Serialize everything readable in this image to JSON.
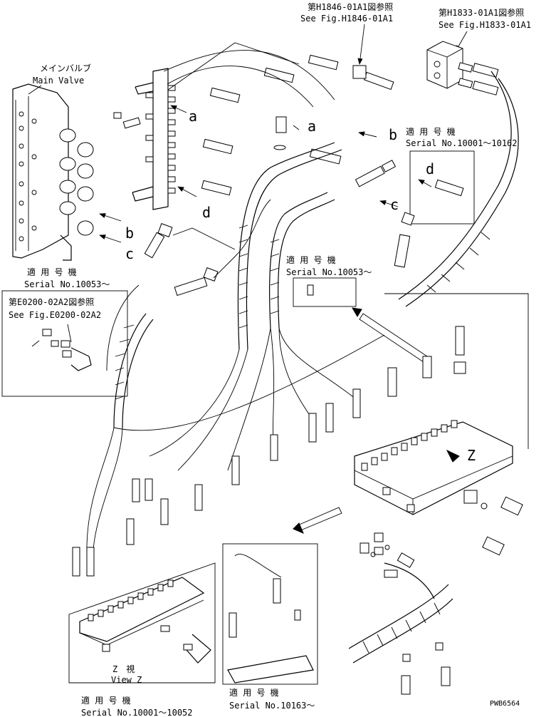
{
  "labels": {
    "main_valve_jp": "メインバルブ",
    "main_valve_en": "Main Valve",
    "ref1_jp": "第H1846-01A1図参照",
    "ref1_en": "See Fig.H1846-01A1",
    "ref2_jp": "第H1833-01A1図参照",
    "ref2_en": "See Fig.H1833-01A1",
    "ref3_jp": "第E0200-02A2図参照",
    "ref3_en": "See Fig.E0200-02A2",
    "serial_jp": "適 用 号 機",
    "serial_a": "Serial No.10001～10162",
    "serial_b": "Serial No.10053～",
    "serial_c": "Serial No.10053～",
    "serial_d": "Serial No.10001～10052",
    "serial_e": "Serial No.10163～",
    "view_jp": "Z　視",
    "view_en": "View Z",
    "drawing_no": "PWB6564"
  },
  "callouts": {
    "a": "a",
    "b": "b",
    "c": "c",
    "d": "d",
    "z": "Z"
  }
}
